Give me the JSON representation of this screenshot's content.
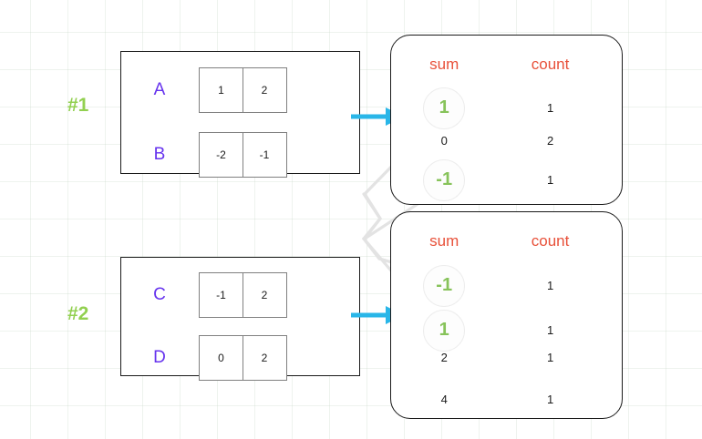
{
  "diagram": {
    "groups": [
      {
        "label": "#1",
        "rows": [
          {
            "letter": "A",
            "cells": [
              "1",
              "2"
            ]
          },
          {
            "letter": "B",
            "cells": [
              "-2",
              "-1"
            ]
          }
        ]
      },
      {
        "label": "#2",
        "rows": [
          {
            "letter": "C",
            "cells": [
              "-1",
              "2"
            ]
          },
          {
            "letter": "D",
            "cells": [
              "0",
              "2"
            ]
          }
        ]
      }
    ],
    "aggregates": [
      {
        "headers": {
          "sum": "sum",
          "count": "count"
        },
        "rows": [
          {
            "sum": "1",
            "count": "1",
            "highlight": true
          },
          {
            "sum": "0",
            "count": "2",
            "highlight": false
          },
          {
            "sum": "-1",
            "count": "1",
            "highlight": true
          }
        ]
      },
      {
        "headers": {
          "sum": "sum",
          "count": "count"
        },
        "rows": [
          {
            "sum": "-1",
            "count": "1",
            "highlight": true
          },
          {
            "sum": "1",
            "count": "1",
            "highlight": true
          },
          {
            "sum": "2",
            "count": "1",
            "highlight": false
          },
          {
            "sum": "4",
            "count": "1",
            "highlight": false
          }
        ]
      }
    ],
    "arrows": [
      {
        "name": "arrow-group1-to-agg1"
      },
      {
        "name": "arrow-group2-to-agg2"
      }
    ],
    "colors": {
      "group_label": "#92d050",
      "row_letter": "#6633ee",
      "header": "#e8513a",
      "highlight_value": "#87c35a",
      "arrow": "#29b6e8",
      "box_border": "#1a1a1a",
      "cell_border": "#808080",
      "connector": "#e0e0e0",
      "grid": "#c8d7c8"
    }
  }
}
